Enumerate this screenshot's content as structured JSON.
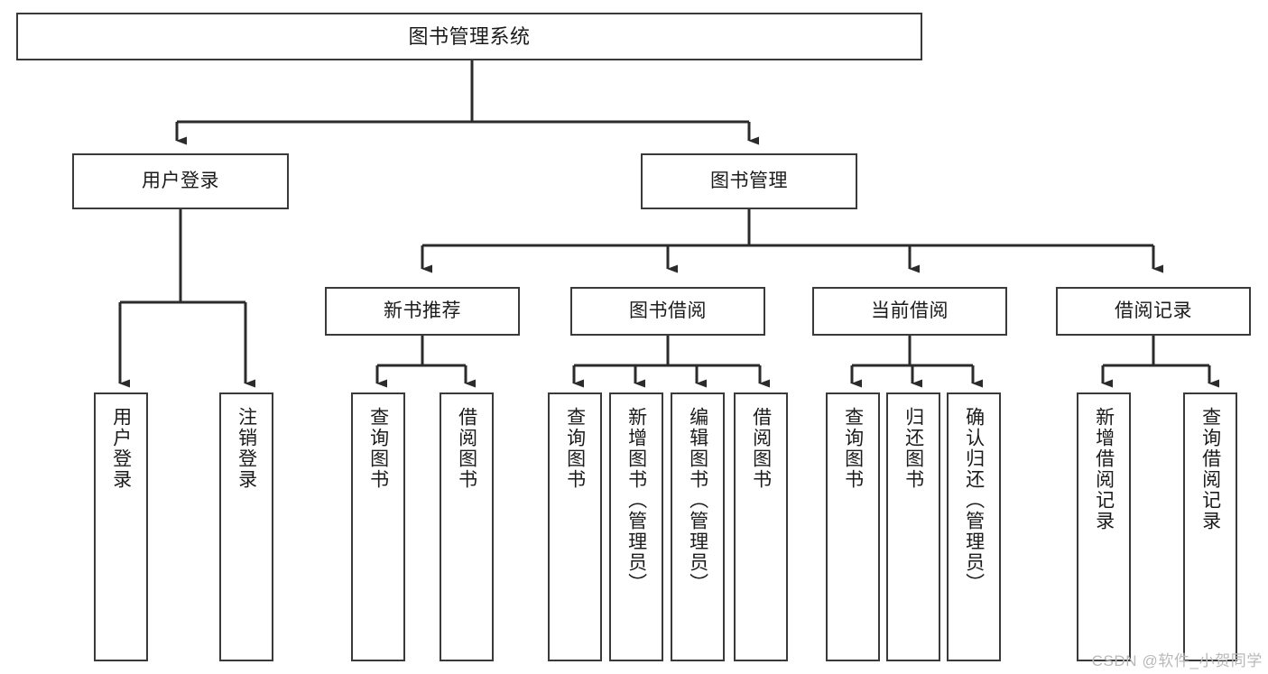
{
  "diagram": {
    "title": "图书管理系统",
    "type": "tree",
    "watermark": "CSDN @软件_小贺同学",
    "colors": {
      "box_border": "#3a3a3a",
      "box_fill": "#ffffff",
      "connector": "#2b2b2b",
      "text": "#1b1b1b",
      "watermark": "#b9b9b9"
    },
    "nodes": {
      "root": {
        "label": "图书管理系统"
      },
      "level2": [
        {
          "id": "user-login",
          "label": "用户登录"
        },
        {
          "id": "book-manage",
          "label": "图书管理"
        }
      ],
      "level3": [
        {
          "id": "new-book-recommend",
          "label": "新书推荐"
        },
        {
          "id": "book-borrow",
          "label": "图书借阅"
        },
        {
          "id": "current-borrow",
          "label": "当前借阅"
        },
        {
          "id": "borrow-record",
          "label": "借阅记录"
        }
      ],
      "leaves": {
        "user-login": [
          {
            "id": "leaf-user-login",
            "label": "用户登录"
          },
          {
            "id": "leaf-logout-login",
            "label": "注销登录"
          }
        ],
        "new-book-recommend": [
          {
            "id": "leaf-query-book-1",
            "label": "查询图书"
          },
          {
            "id": "leaf-borrow-book-1",
            "label": "借阅图书"
          }
        ],
        "book-borrow": [
          {
            "id": "leaf-query-book-2",
            "label": "查询图书"
          },
          {
            "id": "leaf-add-book",
            "label": "新增图书（管理员）"
          },
          {
            "id": "leaf-edit-book",
            "label": "编辑图书（管理员）"
          },
          {
            "id": "leaf-borrow-book-2",
            "label": "借阅图书"
          }
        ],
        "current-borrow": [
          {
            "id": "leaf-query-book-3",
            "label": "查询图书"
          },
          {
            "id": "leaf-return-book",
            "label": "归还图书"
          },
          {
            "id": "leaf-confirm-return",
            "label": "确认归还（管理员）"
          }
        ],
        "borrow-record": [
          {
            "id": "leaf-add-record",
            "label": "新增借阅记录"
          },
          {
            "id": "leaf-query-record",
            "label": "查询借阅记录"
          }
        ]
      }
    }
  }
}
